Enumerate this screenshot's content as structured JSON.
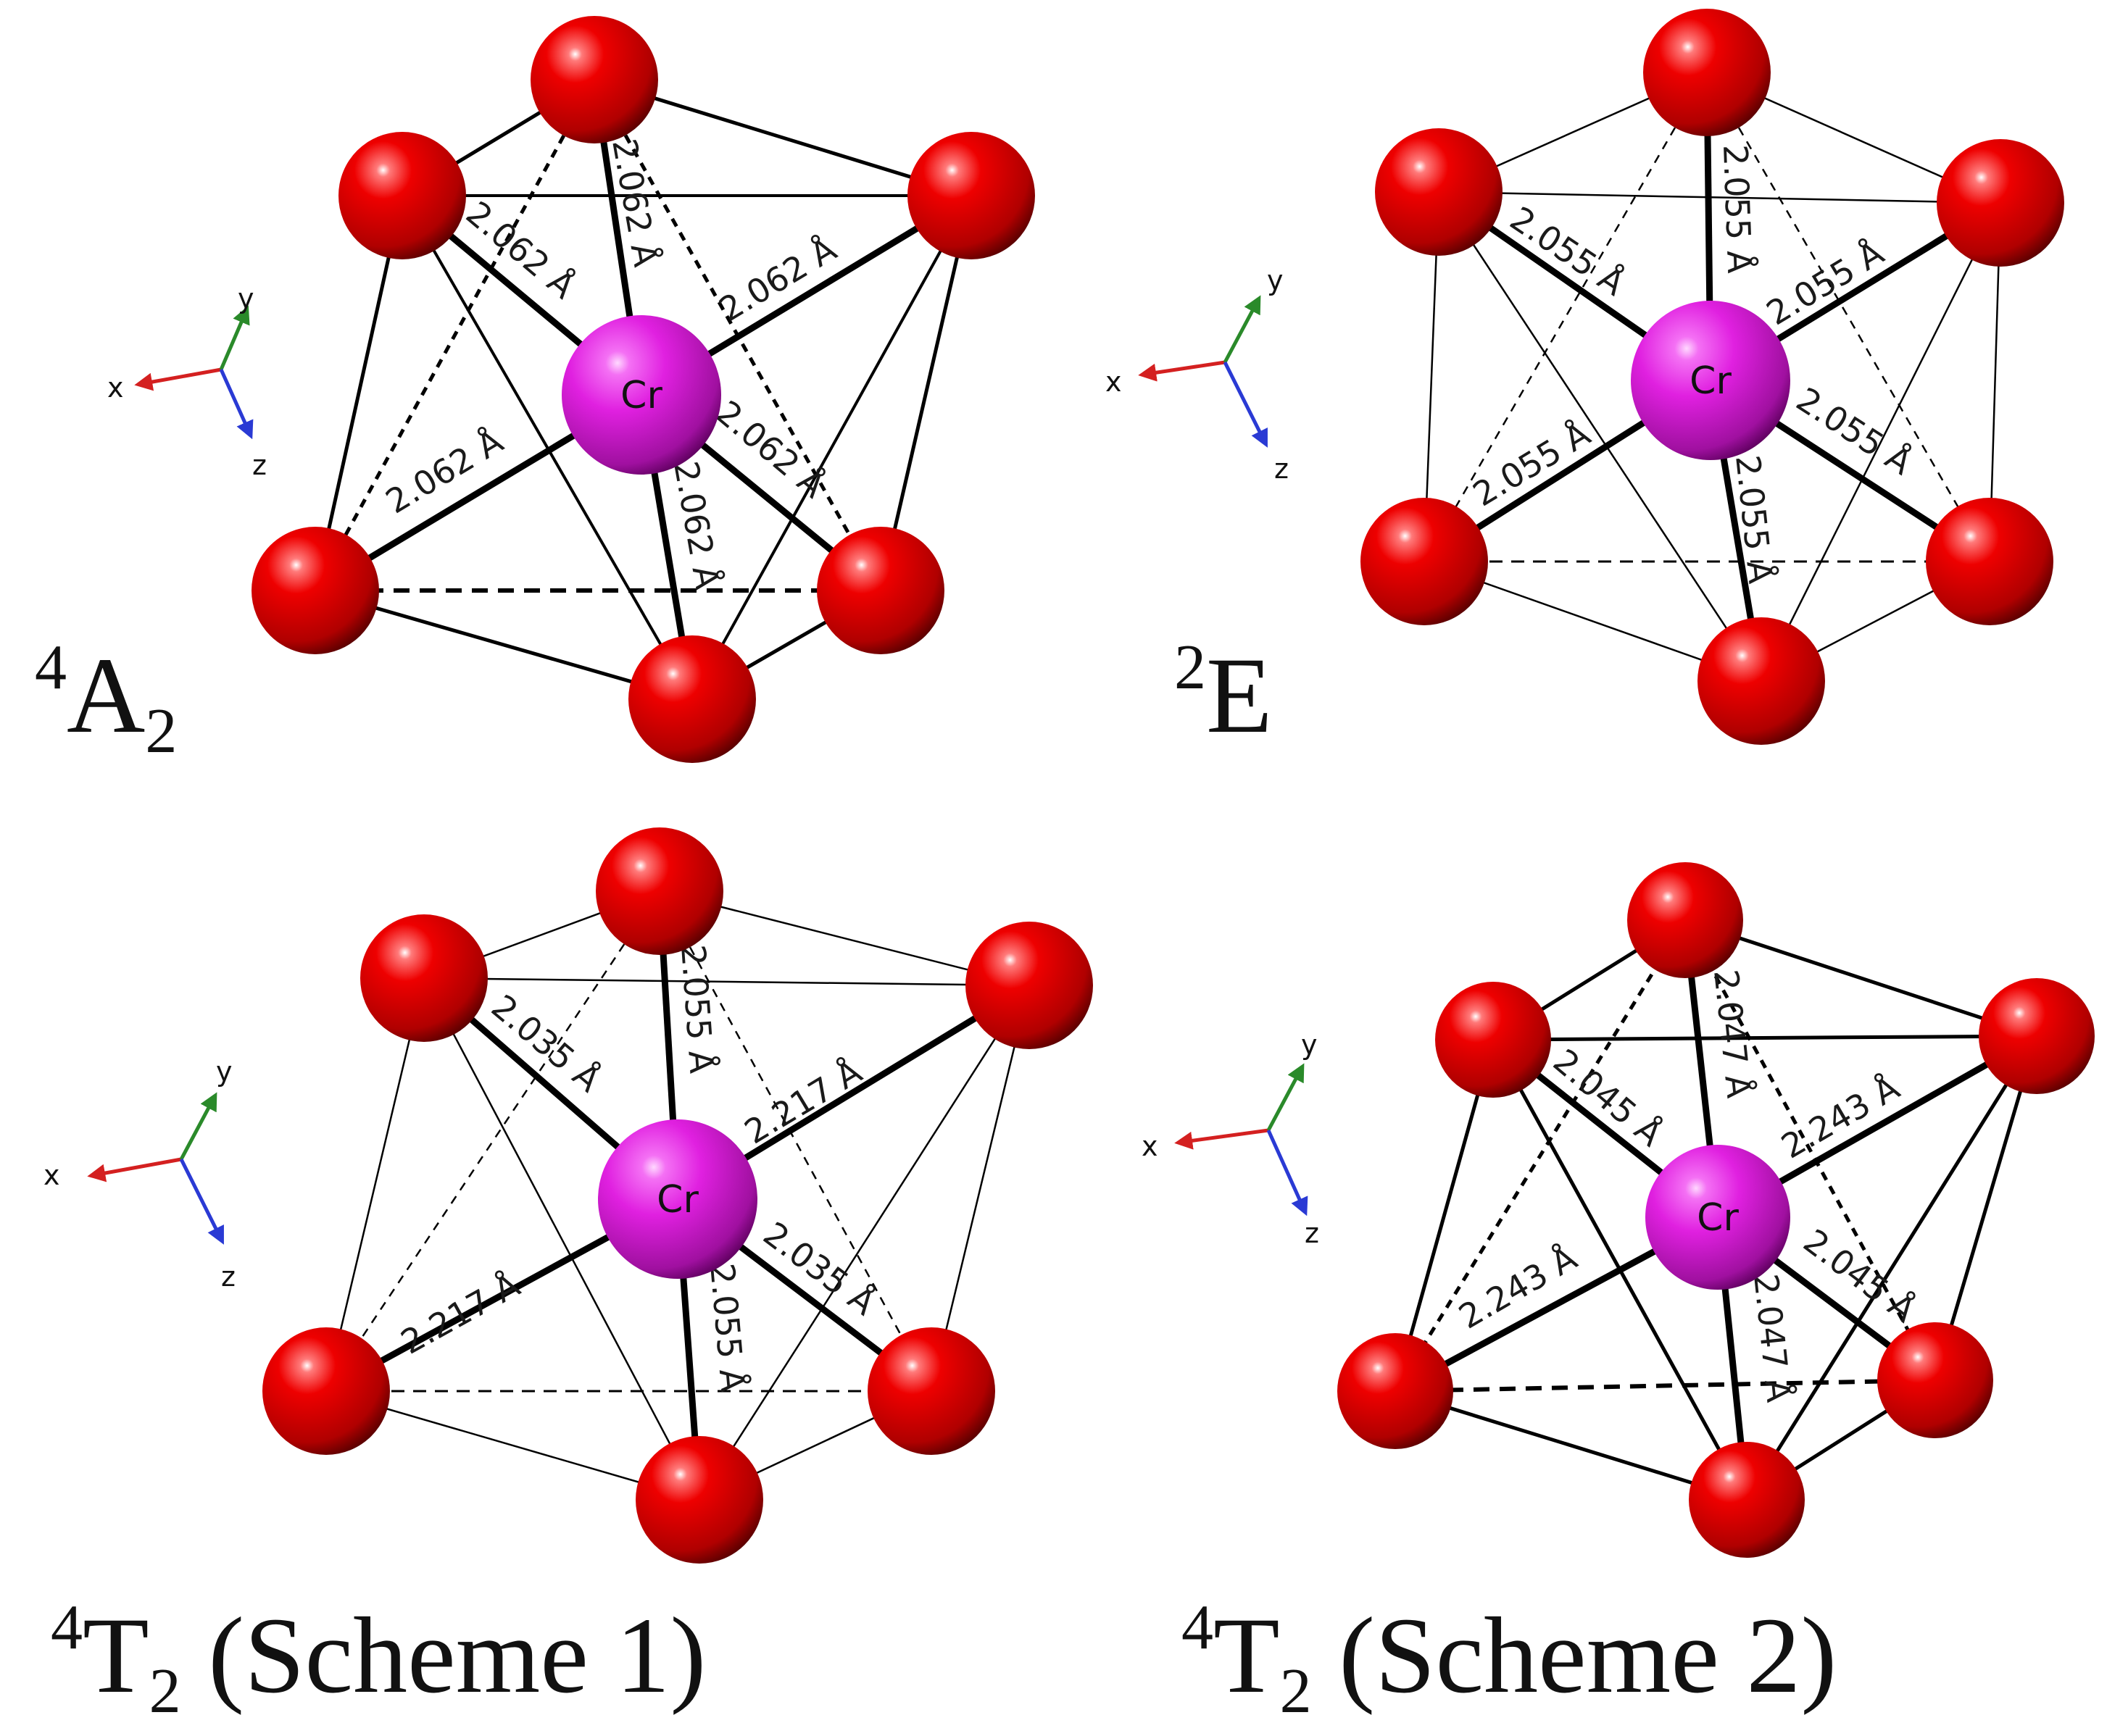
{
  "atom_labels": {
    "metal": "Cr"
  },
  "axis_labels": {
    "x": "x",
    "y": "y",
    "z": "z"
  },
  "colors": {
    "oxygen": "#e00000",
    "oxygen_dark": "#7a0000",
    "chromium": "#e020e0",
    "chromium_dark": "#7a0a7a",
    "axis_x": "#d42020",
    "axis_y": "#2a8a2a",
    "axis_z": "#2a3ad4"
  },
  "panels": [
    {
      "state": {
        "sup": "4",
        "base": "A",
        "sub": "2",
        "suffix": ""
      },
      "bond_labels": [
        "2.062 Å",
        "2.062 Å",
        "2.062 Å",
        "2.062 Å",
        "2.062 Å",
        "2.062 Å"
      ]
    },
    {
      "state": {
        "sup": "2",
        "base": "E",
        "sub": "",
        "suffix": ""
      },
      "bond_labels": [
        "2.055 Å",
        "2.055 Å",
        "2.055 Å",
        "2.055 Å",
        "2.055 Å",
        "2.055 Å"
      ]
    },
    {
      "state": {
        "sup": "4",
        "base": "T",
        "sub": "2",
        "suffix": " (Scheme 1)"
      },
      "bond_labels": [
        "2.055 Å",
        "2.035 Å",
        "2.217 Å",
        "2.217 Å",
        "2.035 Å",
        "2.055 Å"
      ]
    },
    {
      "state": {
        "sup": "4",
        "base": "T",
        "sub": "2",
        "suffix": " (Scheme 2)"
      },
      "bond_labels": [
        "2.047 Å",
        "2.045 Å",
        "2.243 Å",
        "2.243 Å",
        "2.045 Å",
        "2.047 Å"
      ]
    }
  ]
}
